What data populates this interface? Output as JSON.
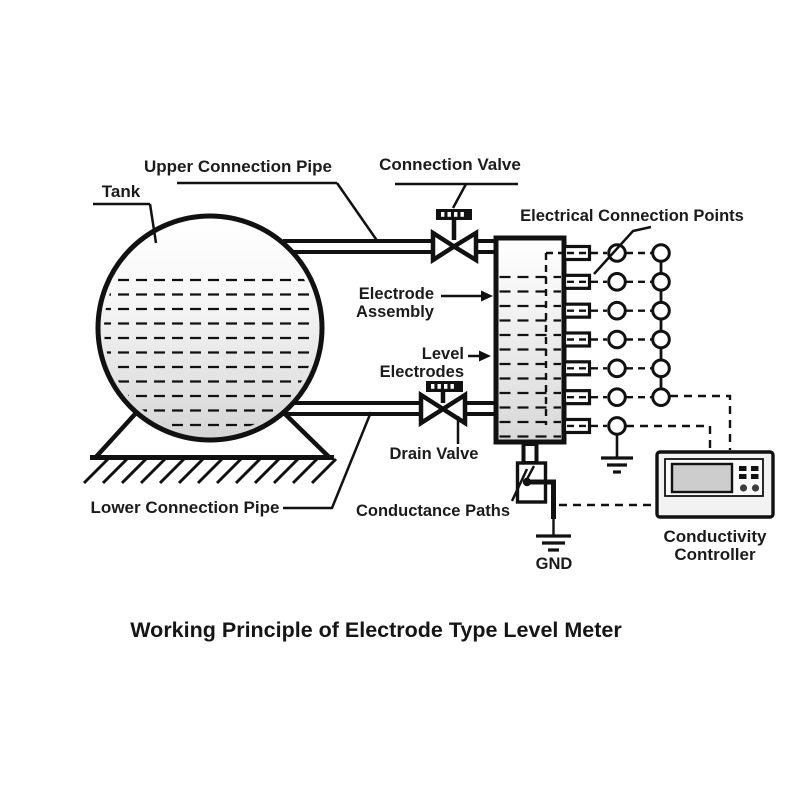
{
  "title": "Working Principle of Electrode Type Level Meter",
  "labels": {
    "tank": "Tank",
    "upper_connection_pipe": "Upper Connection Pipe",
    "connection_valve": "Connection Valve",
    "electrical_connection_points": "Electrical Connection Points",
    "electrode_assembly_line1": "Electrode",
    "electrode_assembly_line2": "Assembly",
    "level_electrodes_line1": "Level",
    "level_electrodes_line2": "Electrodes",
    "drain_valve": "Drain Valve",
    "lower_connection_pipe": "Lower Connection Pipe",
    "conductance_paths": "Conductance Paths",
    "gnd": "GND",
    "conductivity_controller_line1": "Conductivity",
    "conductivity_controller_line2": "Controller"
  },
  "colors": {
    "line": "#111111",
    "tank_fill_bottom": "#d5d5d5",
    "controller_body": "#f2f2f2",
    "controller_screen": "#cdcdcd"
  },
  "electrodes": {
    "count": 7,
    "connection_point_columns": 2
  }
}
